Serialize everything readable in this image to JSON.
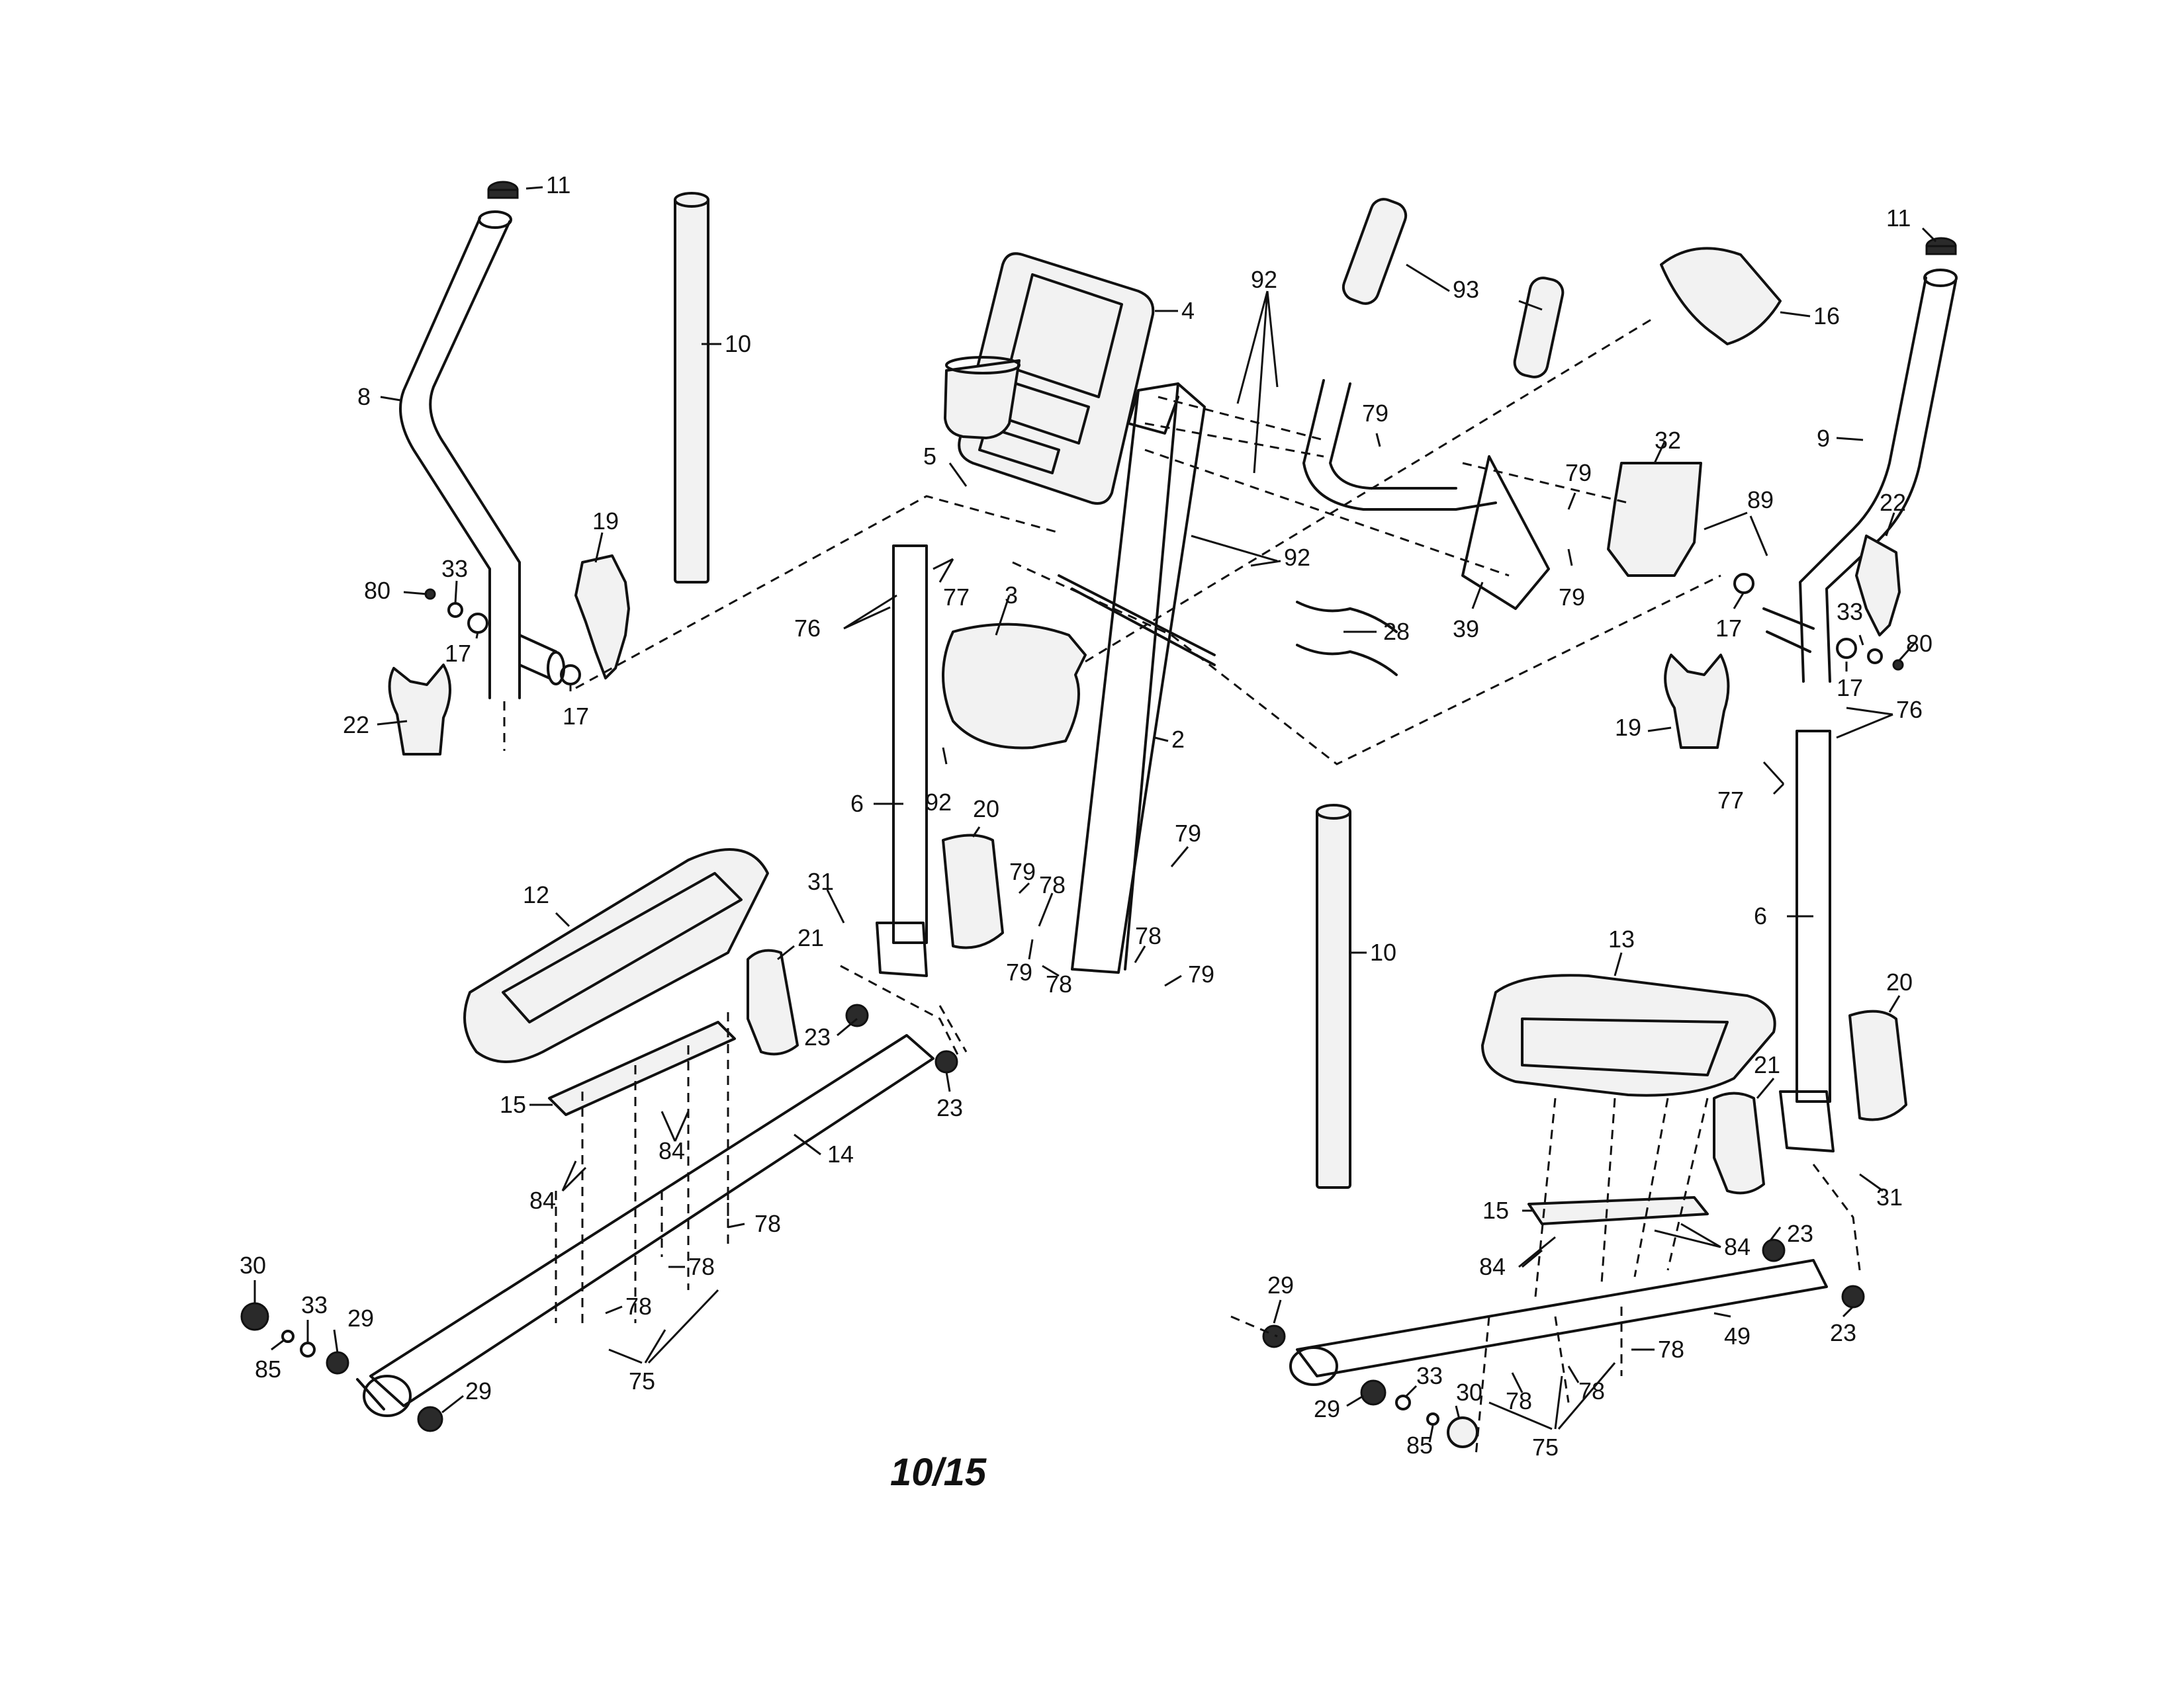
{
  "page_number": "10/15",
  "callouts": [
    {
      "id": "c-11-left",
      "text": "11"
    },
    {
      "id": "c-10-top",
      "text": "10"
    },
    {
      "id": "c-8",
      "text": "8"
    },
    {
      "id": "c-19-left",
      "text": "19"
    },
    {
      "id": "c-80-left",
      "text": "80"
    },
    {
      "id": "c-33-left",
      "text": "33"
    },
    {
      "id": "c-17-left-a",
      "text": "17"
    },
    {
      "id": "c-17-left-b",
      "text": "17"
    },
    {
      "id": "c-22-left",
      "text": "22"
    },
    {
      "id": "c-4",
      "text": "4"
    },
    {
      "id": "c-5",
      "text": "5"
    },
    {
      "id": "c-3",
      "text": "3"
    },
    {
      "id": "c-76-left",
      "text": "76"
    },
    {
      "id": "c-77-left",
      "text": "77"
    },
    {
      "id": "c-6-left",
      "text": "6"
    },
    {
      "id": "c-92-a",
      "text": "92"
    },
    {
      "id": "c-92-b",
      "text": "92"
    },
    {
      "id": "c-92-c",
      "text": "92"
    },
    {
      "id": "c-2",
      "text": "2"
    },
    {
      "id": "c-93",
      "text": "93"
    },
    {
      "id": "c-16",
      "text": "16"
    },
    {
      "id": "c-79-a",
      "text": "79"
    },
    {
      "id": "c-79-b",
      "text": "79"
    },
    {
      "id": "c-79-c",
      "text": "79"
    },
    {
      "id": "c-32",
      "text": "32"
    },
    {
      "id": "c-89",
      "text": "89"
    },
    {
      "id": "c-39",
      "text": "39"
    },
    {
      "id": "c-28",
      "text": "28"
    },
    {
      "id": "c-11-right",
      "text": "11"
    },
    {
      "id": "c-9",
      "text": "9"
    },
    {
      "id": "c-22-right",
      "text": "22"
    },
    {
      "id": "c-17-right-a",
      "text": "17"
    },
    {
      "id": "c-33-right",
      "text": "33"
    },
    {
      "id": "c-80-right",
      "text": "80"
    },
    {
      "id": "c-17-right-b",
      "text": "17"
    },
    {
      "id": "c-76-right",
      "text": "76"
    },
    {
      "id": "c-19-right",
      "text": "19"
    },
    {
      "id": "c-77-right",
      "text": "77"
    },
    {
      "id": "c-12",
      "text": "12"
    },
    {
      "id": "c-31-left",
      "text": "31"
    },
    {
      "id": "c-21-left",
      "text": "21"
    },
    {
      "id": "c-20-left",
      "text": "20"
    },
    {
      "id": "c-79-d",
      "text": "79"
    },
    {
      "id": "c-78-a",
      "text": "78"
    },
    {
      "id": "c-79-e",
      "text": "79"
    },
    {
      "id": "c-78-b",
      "text": "78"
    },
    {
      "id": "c-79-f",
      "text": "79"
    },
    {
      "id": "c-78-c",
      "text": "78"
    },
    {
      "id": "c-79-g",
      "text": "79"
    },
    {
      "id": "c-23-a",
      "text": "23"
    },
    {
      "id": "c-23-b",
      "text": "23"
    },
    {
      "id": "c-15-left",
      "text": "15"
    },
    {
      "id": "c-84-a",
      "text": "84"
    },
    {
      "id": "c-84-b",
      "text": "84"
    },
    {
      "id": "c-14",
      "text": "14"
    },
    {
      "id": "c-78-d",
      "text": "78"
    },
    {
      "id": "c-78-e",
      "text": "78"
    },
    {
      "id": "c-78-f",
      "text": "78"
    },
    {
      "id": "c-75-left",
      "text": "75"
    },
    {
      "id": "c-30-left",
      "text": "30"
    },
    {
      "id": "c-33-bl",
      "text": "33"
    },
    {
      "id": "c-29-a",
      "text": "29"
    },
    {
      "id": "c-85-left",
      "text": "85"
    },
    {
      "id": "c-29-b",
      "text": "29"
    },
    {
      "id": "c-10-bottom",
      "text": "10"
    },
    {
      "id": "c-13",
      "text": "13"
    },
    {
      "id": "c-6-right",
      "text": "6"
    },
    {
      "id": "c-20-right",
      "text": "20"
    },
    {
      "id": "c-21-right",
      "text": "21"
    },
    {
      "id": "c-15-right",
      "text": "15"
    },
    {
      "id": "c-84-c",
      "text": "84"
    },
    {
      "id": "c-84-d",
      "text": "84"
    },
    {
      "id": "c-23-c",
      "text": "23"
    },
    {
      "id": "c-23-d",
      "text": "23"
    },
    {
      "id": "c-31-right",
      "text": "31"
    },
    {
      "id": "c-29-c",
      "text": "29"
    },
    {
      "id": "c-49",
      "text": "49"
    },
    {
      "id": "c-78-g",
      "text": "78"
    },
    {
      "id": "c-29-d",
      "text": "29"
    },
    {
      "id": "c-33-br",
      "text": "33"
    },
    {
      "id": "c-30-right",
      "text": "30"
    },
    {
      "id": "c-85-right",
      "text": "85"
    },
    {
      "id": "c-78-h",
      "text": "78"
    },
    {
      "id": "c-78-i",
      "text": "78"
    },
    {
      "id": "c-75-right",
      "text": "75"
    }
  ]
}
